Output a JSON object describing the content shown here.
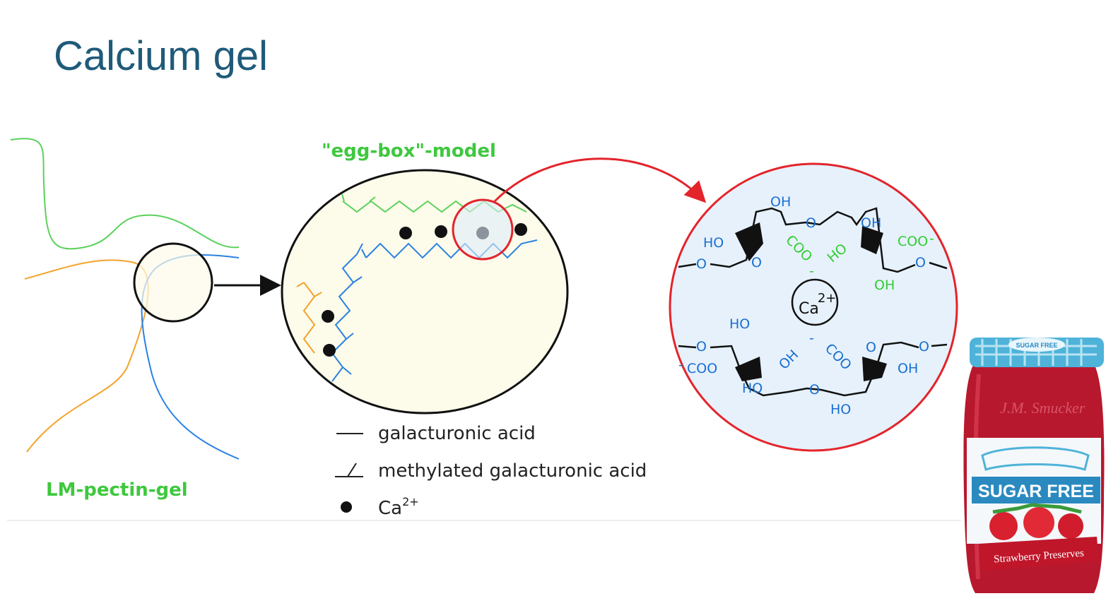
{
  "title": "Calcium gel",
  "labels": {
    "egg_box_model": "\"egg-box\"-model",
    "lm_pectin_gel": "LM-pectin-gel"
  },
  "legend": {
    "galacturonic_acid": "galacturonic acid",
    "methylated_galacturonic_acid": "methylated galacturonic acid",
    "calcium": "Ca",
    "calcium_charge": "2+"
  },
  "chemistry": {
    "oh": "OH",
    "ho": "HO",
    "o": "O",
    "coo_minus": "COO",
    "minus": "-",
    "ca": "Ca",
    "ca_charge": "2+"
  },
  "jar": {
    "lid_text": "SUGAR FREE",
    "brand": "J.M. Smucker",
    "label_text": "SUGAR FREE",
    "product": "Strawberry Preserves"
  },
  "colors": {
    "title": "#1f5a7a",
    "green_label": "#3ec83e",
    "chain_green": "#5bd15b",
    "chain_orange": "#f2a32b",
    "chain_blue": "#2b82e0",
    "arrow_red": "#e3242b",
    "zoom_fill": "#e6f1fb",
    "egg_fill": "#fdfbea"
  }
}
